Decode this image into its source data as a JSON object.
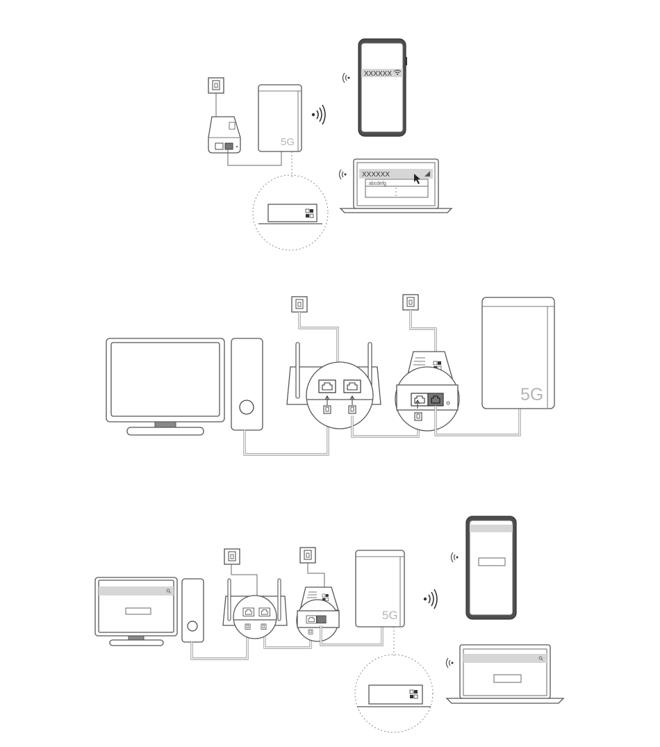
{
  "device": {
    "logo_5g": "5G"
  },
  "wifi": {
    "ssid": "XXXXXX",
    "other_ssid": "abcdefg"
  }
}
